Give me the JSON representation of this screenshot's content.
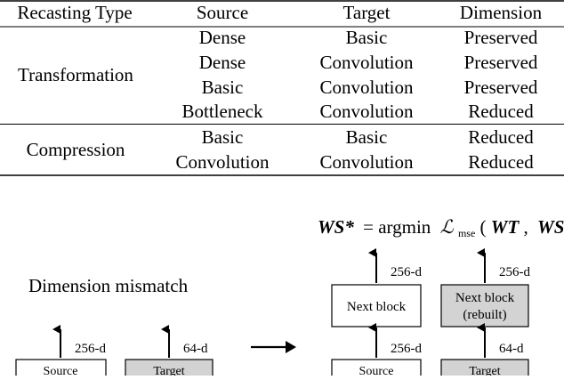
{
  "table": {
    "headers": [
      "Recasting Type",
      "Source",
      "Target",
      "Dimension"
    ],
    "groups": [
      {
        "type": "Transformation",
        "rows": [
          [
            "Dense",
            "Basic",
            "Preserved"
          ],
          [
            "Dense",
            "Convolution",
            "Preserved"
          ],
          [
            "Basic",
            "Convolution",
            "Preserved"
          ],
          [
            "Bottleneck",
            "Convolution",
            "Reduced"
          ]
        ]
      },
      {
        "type": "Compression",
        "rows": [
          [
            "Basic",
            "Basic",
            "Reduced"
          ],
          [
            "Convolution",
            "Convolution",
            "Reduced"
          ]
        ]
      }
    ]
  },
  "figure": {
    "equation": {
      "ws_star": "WS*",
      "eq_argmin": "= argmin",
      "loss_symbol": "ℒ",
      "loss_subscript": "mse",
      "arg_open": "(",
      "wt": "WT",
      "comma": ",",
      "ws": "WS",
      "arg_close": ")"
    },
    "mismatch_label": "Dimension mismatch",
    "left": {
      "source_block": "Source",
      "target_block": "Target",
      "source_dim": "256-d",
      "target_dim": "64-d"
    },
    "right": {
      "next_block": "Next block",
      "next_block_rebuilt_line1": "Next block",
      "next_block_rebuilt_line2": "(rebuilt)",
      "source_block": "Source",
      "target_block": "Target",
      "next_dim": "256-d",
      "next_rebuilt_dim": "256-d",
      "source_dim": "256-d",
      "target_dim": "64-d"
    },
    "colors": {
      "target_fill": "#d3d3d3",
      "block_stroke": "#000000"
    }
  }
}
